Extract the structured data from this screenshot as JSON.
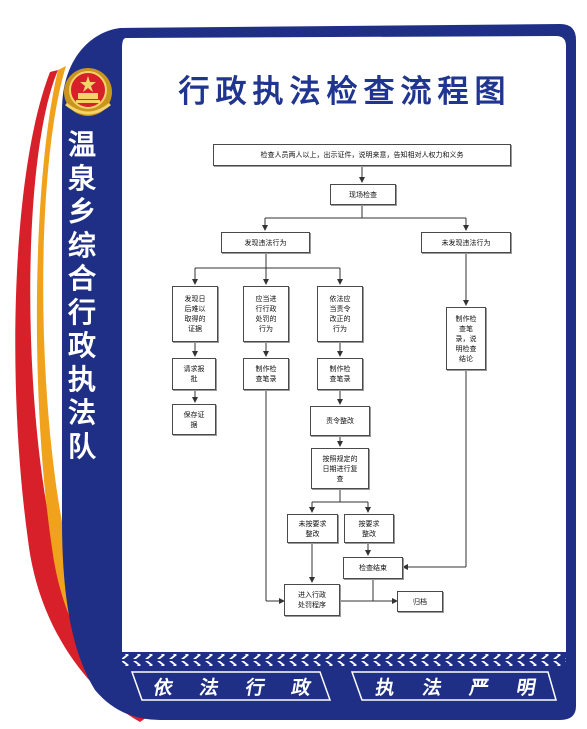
{
  "colors": {
    "navy": "#1f2f86",
    "red": "#d8202a",
    "orange": "#f0a21c",
    "line": "#333333"
  },
  "icons": {
    "emblem": "national-emblem-icon"
  },
  "sidebar": {
    "title": "温泉乡综合行政执法队"
  },
  "header": {
    "title": "行政执法检查流程图"
  },
  "flowchart": {
    "start": "检查人员两人以上，出示证件，说明来意，告知相对人权力和义务",
    "onsite": "现场检查",
    "found": "发现违法行为",
    "not_found": "未发现违法行为",
    "evidence_hard": "发现日\n后难以\n取得的\n证据",
    "request_approval": "请求报\n批",
    "preserve_evidence": "保存证\n据",
    "admin_penalty": "应当进\n行行政\n处罚的\n行为",
    "make_record_a": "制作检\n查笔录",
    "order_correct_case": "依法应\n当责令\n改正的\n行为",
    "make_record_b": "制作检\n查笔录",
    "order_correct": "责令整改",
    "recheck": "按照规定的\n日期进行复\n查",
    "not_corrected": "未按要求\n整改",
    "corrected": "按要求\n整改",
    "check_end": "检查结束",
    "penalty_procedure": "进入行政\n处罚程序",
    "archive": "归档",
    "no_violation_record": "制作检\n查笔\n录，说\n明检查\n结论"
  },
  "footer": {
    "slogan_left": [
      "依",
      "法",
      "行",
      "政"
    ],
    "slogan_right": [
      "执",
      "法",
      "严",
      "明"
    ]
  }
}
